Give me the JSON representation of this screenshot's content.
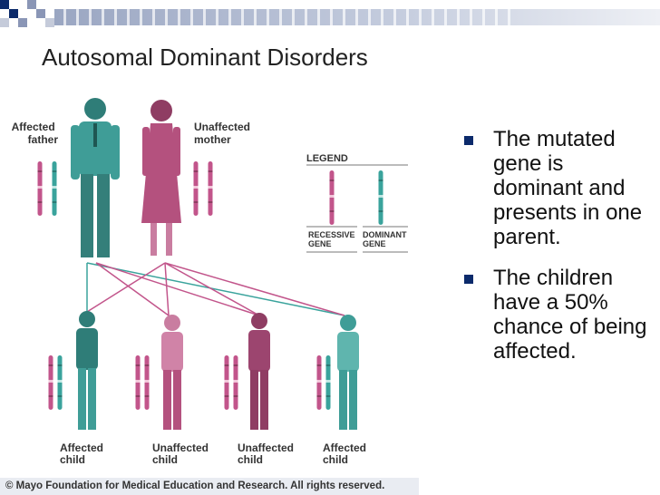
{
  "slide": {
    "title": "Autosomal Dominant Disorders",
    "bullets": [
      "The mutated gene is dominant and presents in one parent.",
      "The children have a 50% chance of being affected."
    ]
  },
  "diagram": {
    "parents": {
      "father_label": [
        "Affected",
        "father"
      ],
      "mother_label": [
        "Unaffected",
        "mother"
      ]
    },
    "legend": {
      "title": "LEGEND",
      "recessive": [
        "RECESSIVE",
        "GENE"
      ],
      "dominant": [
        "DOMINANT",
        "GENE"
      ]
    },
    "children": [
      {
        "status": "Affected",
        "label": [
          "Affected",
          "child"
        ]
      },
      {
        "status": "Unaffected",
        "label": [
          "Unaffected",
          "child"
        ]
      },
      {
        "status": "Unaffected",
        "label": [
          "Unaffected",
          "child"
        ]
      },
      {
        "status": "Affected",
        "label": [
          "Affected",
          "child"
        ]
      }
    ],
    "copyright": "© Mayo Foundation for Medical Education and Research. All rights reserved."
  },
  "colors": {
    "affected": "#3f9d97",
    "affected_dark": "#2f7d78",
    "unaffected": "#b4517e",
    "unaffected_dark": "#8f3d63",
    "recessive_gene": "#c2558b",
    "dominant_gene": "#3aa39c",
    "bullet": "#0b2a6b"
  }
}
